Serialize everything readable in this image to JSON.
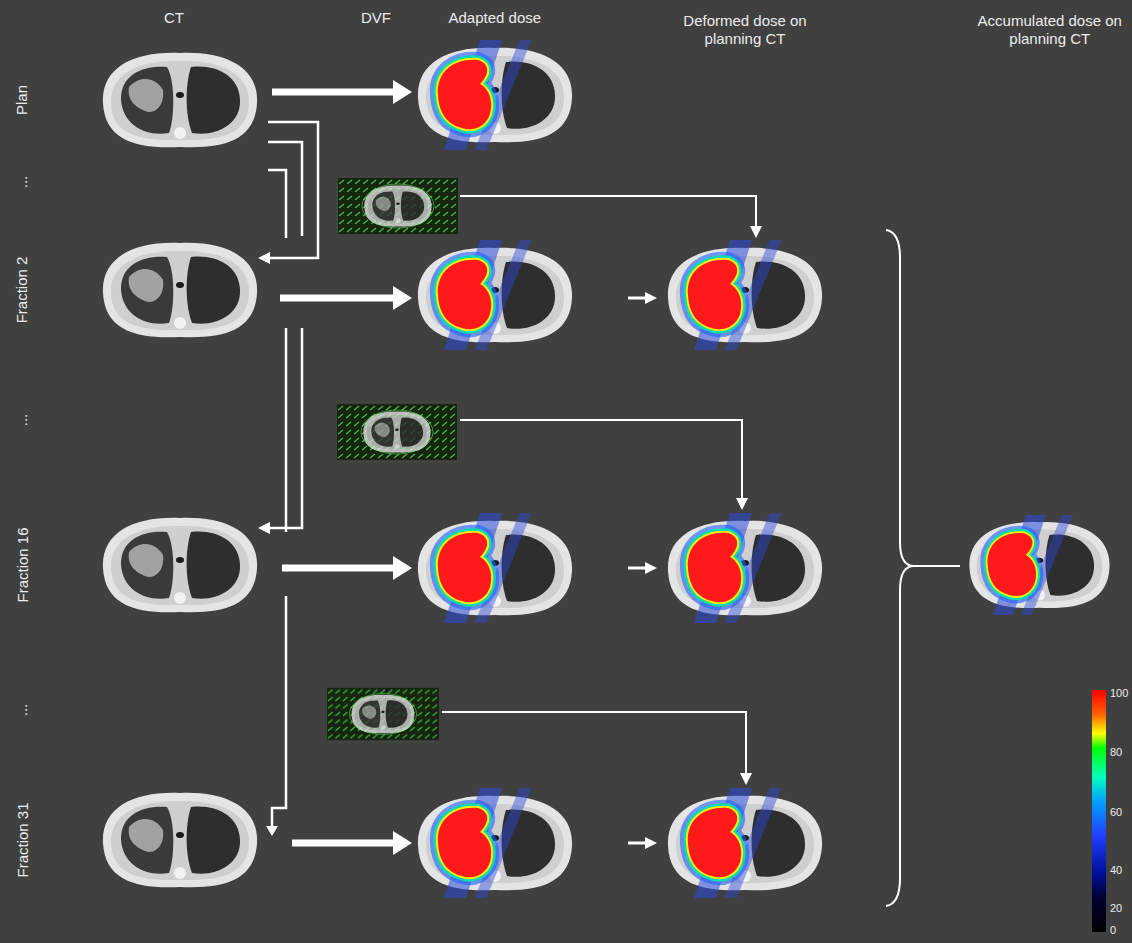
{
  "diagram": {
    "labels": [
      "CT",
      "DVF",
      "Adapted dose",
      "Deformed dose on planning CT",
      "Accumulated dose on planning CT",
      "Plan",
      "...",
      "Fraction 2",
      "...",
      "Fraction 16",
      "...",
      "Fraction 31",
      "100",
      "80",
      "60",
      "40",
      "20",
      "0"
    ]
  }
}
